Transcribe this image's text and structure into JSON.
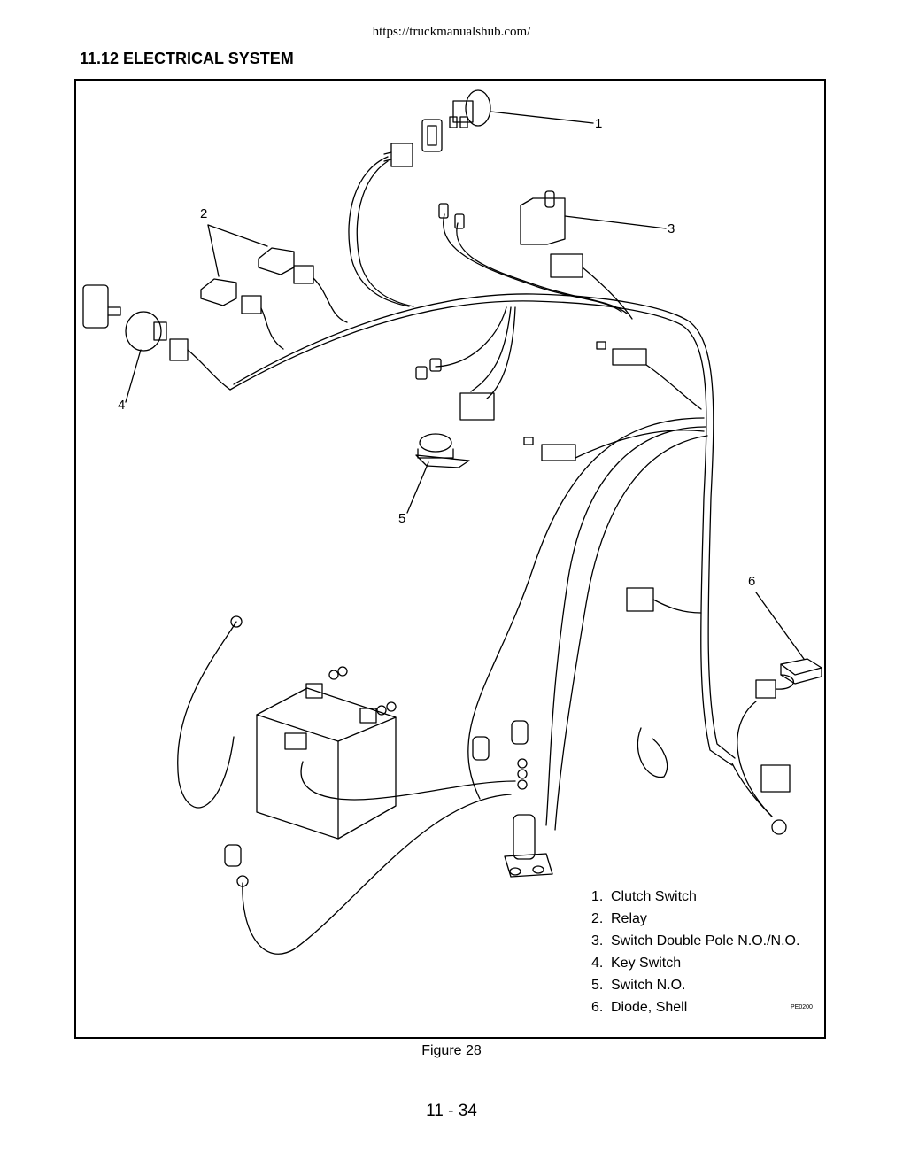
{
  "header": {
    "url": "https://truckmanualshub.com/"
  },
  "section": {
    "title": "11.12  ELECTRICAL SYSTEM"
  },
  "figure": {
    "callouts": [
      "1",
      "2",
      "3",
      "4",
      "5",
      "6"
    ],
    "legend": [
      {
        "num": "1.",
        "label": "Clutch Switch"
      },
      {
        "num": "2.",
        "label": "Relay"
      },
      {
        "num": "3.",
        "label": "Switch Double Pole N.O./N.O."
      },
      {
        "num": "4.",
        "label": "Key Switch"
      },
      {
        "num": "5.",
        "label": "Switch N.O."
      },
      {
        "num": "6.",
        "label": "Diode, Shell"
      }
    ],
    "drawing_code": "PE0200",
    "caption": "Figure 28"
  },
  "footer": {
    "page_number": "11 - 34"
  }
}
